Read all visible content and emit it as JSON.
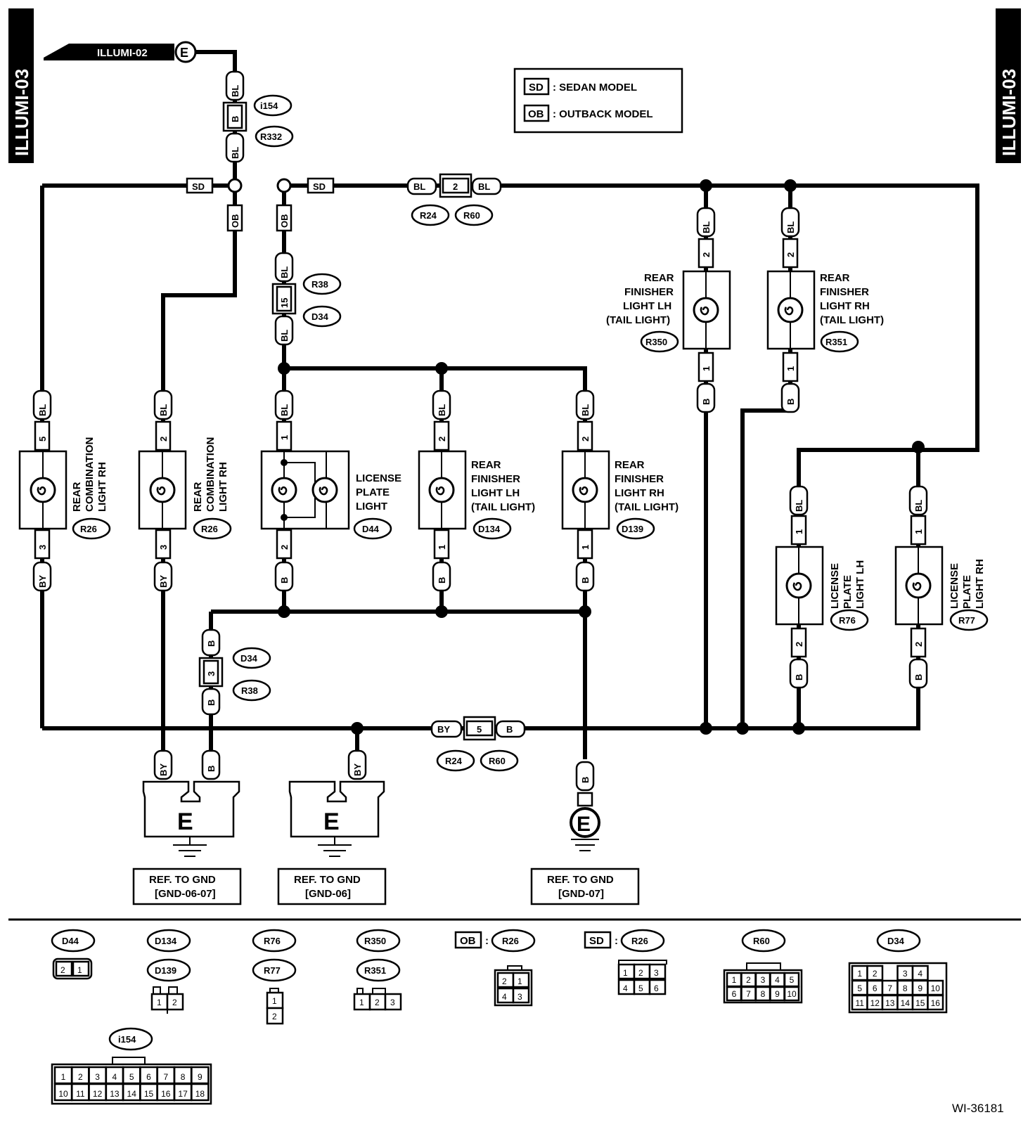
{
  "page_tag_left": "ILLUMI-03",
  "page_tag_right": "ILLUMI-03",
  "source_ref": "ILLUMI-02",
  "ground_symbol": "E",
  "legend": {
    "sd_code": "SD",
    "sd_text": ": SEDAN MODEL",
    "ob_code": "OB",
    "ob_text": ": OUTBACK MODEL"
  },
  "wire_colors": {
    "bl": "BL",
    "b": "B",
    "by": "BY"
  },
  "variant_tags": {
    "sd": "SD",
    "ob": "OB"
  },
  "connectors": {
    "i154": "i154",
    "r332": "R332",
    "r24": "R24",
    "r60": "R60",
    "r38": "R38",
    "d34": "D34",
    "r26": "R26",
    "d44": "D44",
    "d134": "D134",
    "d139": "D139",
    "r350": "R350",
    "r351": "R351",
    "r76": "R76",
    "r77": "R77"
  },
  "pins": {
    "i154_b": "B",
    "r24_top": "2",
    "r24_bottom": "5",
    "r38_top": "15",
    "d34_bottom": "3",
    "r26a_top": "5",
    "r26a_bot": "3",
    "r26b_top": "2",
    "r26b_bot": "3",
    "d44_top": "1",
    "d44_bot": "2",
    "d134_top": "2",
    "d134_bot": "1",
    "d139_top": "2",
    "d139_bot": "1",
    "r350_top": "2",
    "r350_bot": "1",
    "r351_top": "2",
    "r351_bot": "1",
    "r76_top": "1",
    "r76_bot": "2",
    "r77_top": "1",
    "r77_bot": "2"
  },
  "components": {
    "rear_comb_rh_1": [
      "REAR",
      "COMBINATION",
      "LIGHT RH"
    ],
    "rear_comb_rh_2": [
      "REAR",
      "COMBINATION",
      "LIGHT RH"
    ],
    "license_plate": [
      "LICENSE",
      "PLATE",
      "LIGHT"
    ],
    "finisher_lh_mid": [
      "REAR",
      "FINISHER",
      "LIGHT LH",
      "(TAIL LIGHT)"
    ],
    "finisher_rh_mid": [
      "REAR",
      "FINISHER",
      "LIGHT RH",
      "(TAIL LIGHT)"
    ],
    "finisher_lh_top": [
      "REAR",
      "FINISHER",
      "LIGHT LH",
      "(TAIL LIGHT)"
    ],
    "finisher_rh_top": [
      "REAR",
      "FINISHER",
      "LIGHT RH",
      "(TAIL LIGHT)"
    ],
    "license_lh": [
      "LICENSE",
      "PLATE",
      "LIGHT LH"
    ],
    "license_rh": [
      "LICENSE",
      "PLATE",
      "LIGHT RH"
    ]
  },
  "ground_refs": {
    "g1": [
      "REF. TO GND",
      "[GND-06-07]"
    ],
    "g2": [
      "REF. TO GND",
      "[GND-06]"
    ],
    "g3": [
      "REF. TO GND",
      "[GND-07]"
    ]
  },
  "connector_views": {
    "d44_pins": [
      "2",
      "1"
    ],
    "d134_pins": [
      "1",
      "2"
    ],
    "r76_pins": [
      "1",
      "2"
    ],
    "r350_pins": [
      "1",
      "2",
      "3"
    ],
    "ob_r26_pins": [
      "2",
      "1",
      "4",
      "3"
    ],
    "sd_r26_pins": [
      "1",
      "2",
      "3",
      "4",
      "5",
      "6"
    ],
    "r60_pins": [
      "1",
      "2",
      "3",
      "4",
      "5",
      "6",
      "7",
      "8",
      "9",
      "10"
    ],
    "d34_pins": [
      "1",
      "2",
      "3",
      "4",
      "5",
      "6",
      "7",
      "8",
      "9",
      "10",
      "11",
      "12",
      "13",
      "14",
      "15",
      "16"
    ],
    "i154_pins": [
      "1",
      "2",
      "3",
      "4",
      "5",
      "6",
      "7",
      "8",
      "9",
      "10",
      "11",
      "12",
      "13",
      "14",
      "15",
      "16",
      "17",
      "18"
    ],
    "colon": ":"
  },
  "figure_id": "WI-36181"
}
